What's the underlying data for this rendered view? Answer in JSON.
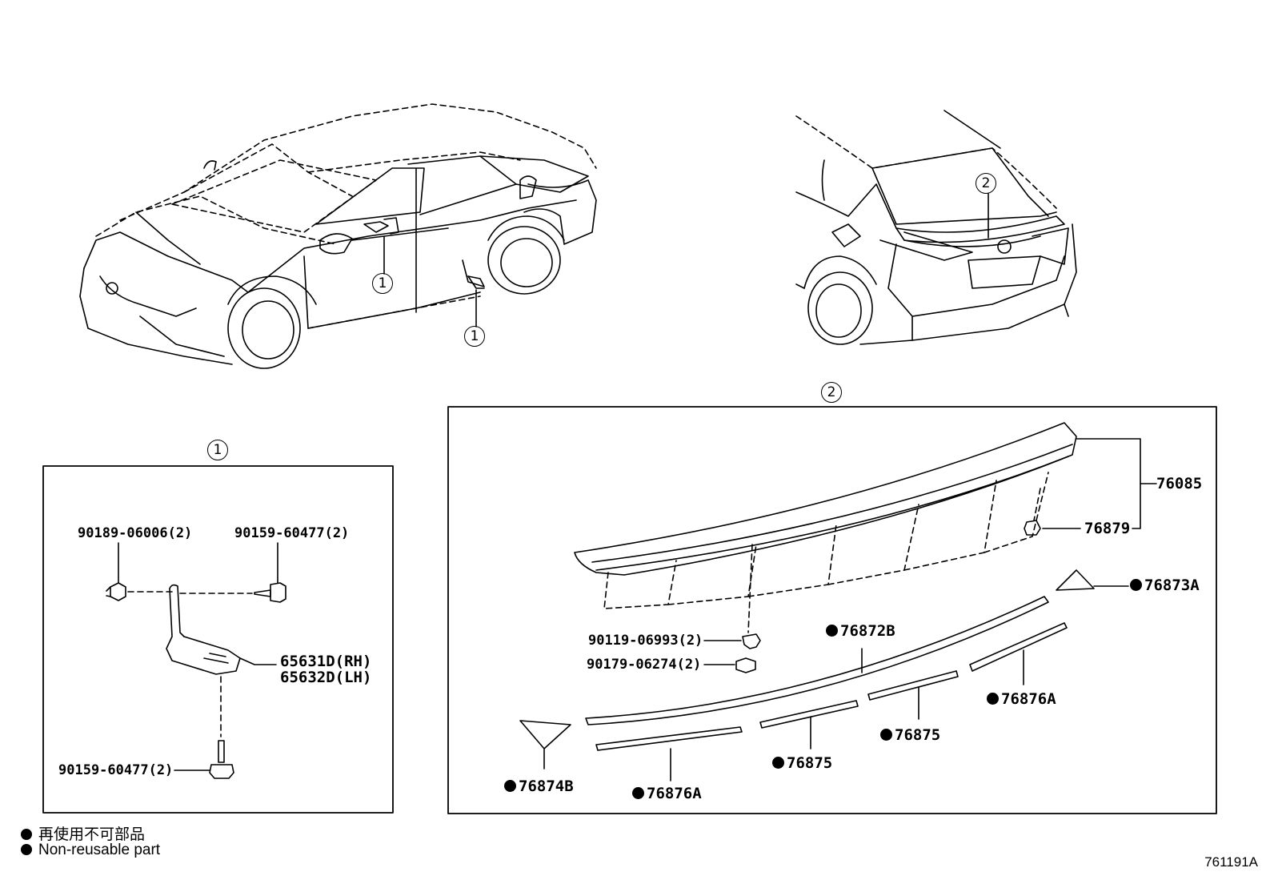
{
  "callouts": {
    "one": "1",
    "two": "2"
  },
  "box1": {
    "parts": {
      "clip": "90189-06006(2)",
      "screw_top": "90159-60477(2)",
      "bracket_rh": "65631D(RH)",
      "bracket_lh": "65632D(LH)",
      "screw_bottom": "90159-60477(2)"
    }
  },
  "box2": {
    "parts": {
      "spoiler": "76085",
      "grommet": "76879",
      "clip": "90119-06993(2)",
      "nut": "90179-06274(2)",
      "moulding_right": "76873A",
      "moulding_center": "76872B",
      "tape_right": "76876A",
      "tape_mid_right": "76875",
      "tape_mid_left": "76875",
      "moulding_left": "76874B",
      "tape_left": "76876A"
    }
  },
  "legend": {
    "jp": "再使用不可部品",
    "en": "Non-reusable part"
  },
  "figure_code": "761191A"
}
